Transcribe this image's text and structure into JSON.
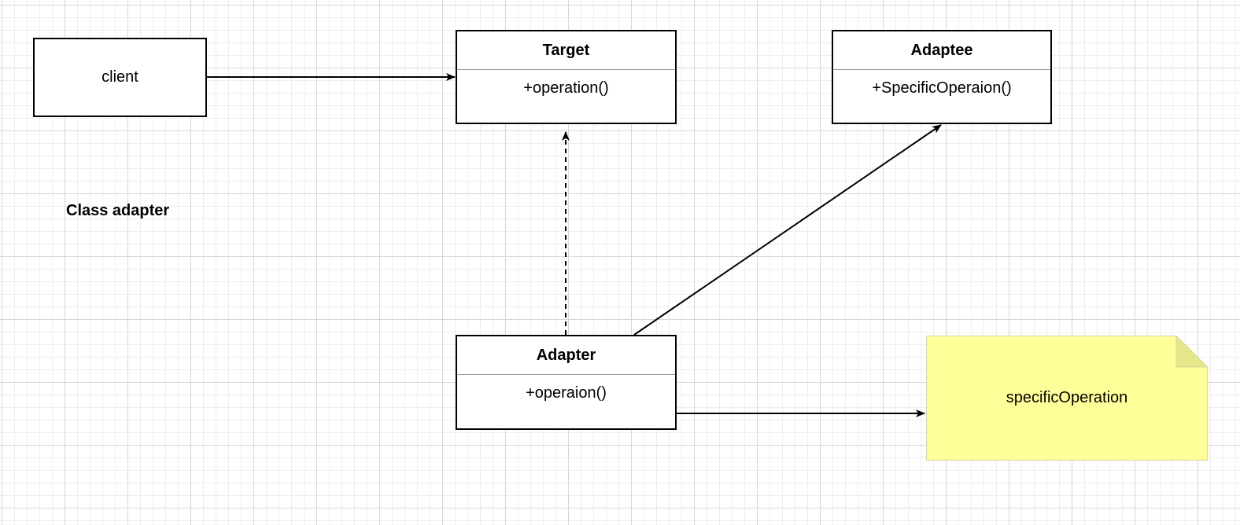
{
  "diagram": {
    "title_label": "Class adapter",
    "nodes": {
      "client": {
        "label": "client"
      },
      "target": {
        "title": "Target",
        "members": [
          "+operation()"
        ]
      },
      "adaptee": {
        "title": "Adaptee",
        "members": [
          "+SpecificOperaion()"
        ]
      },
      "adapter": {
        "title": "Adapter",
        "members": [
          "+operaion()"
        ]
      },
      "note": {
        "text": "specificOperation",
        "fill": "#ffff99",
        "fold_fill": "#e6e68a",
        "stroke": "#d6d6a0"
      }
    },
    "edges": [
      {
        "from": "client",
        "to": "target",
        "style": "solid"
      },
      {
        "from": "adapter",
        "to": "target",
        "style": "dashed"
      },
      {
        "from": "adapter",
        "to": "adaptee",
        "style": "solid"
      },
      {
        "from": "adapter",
        "to": "note",
        "style": "solid"
      }
    ]
  }
}
